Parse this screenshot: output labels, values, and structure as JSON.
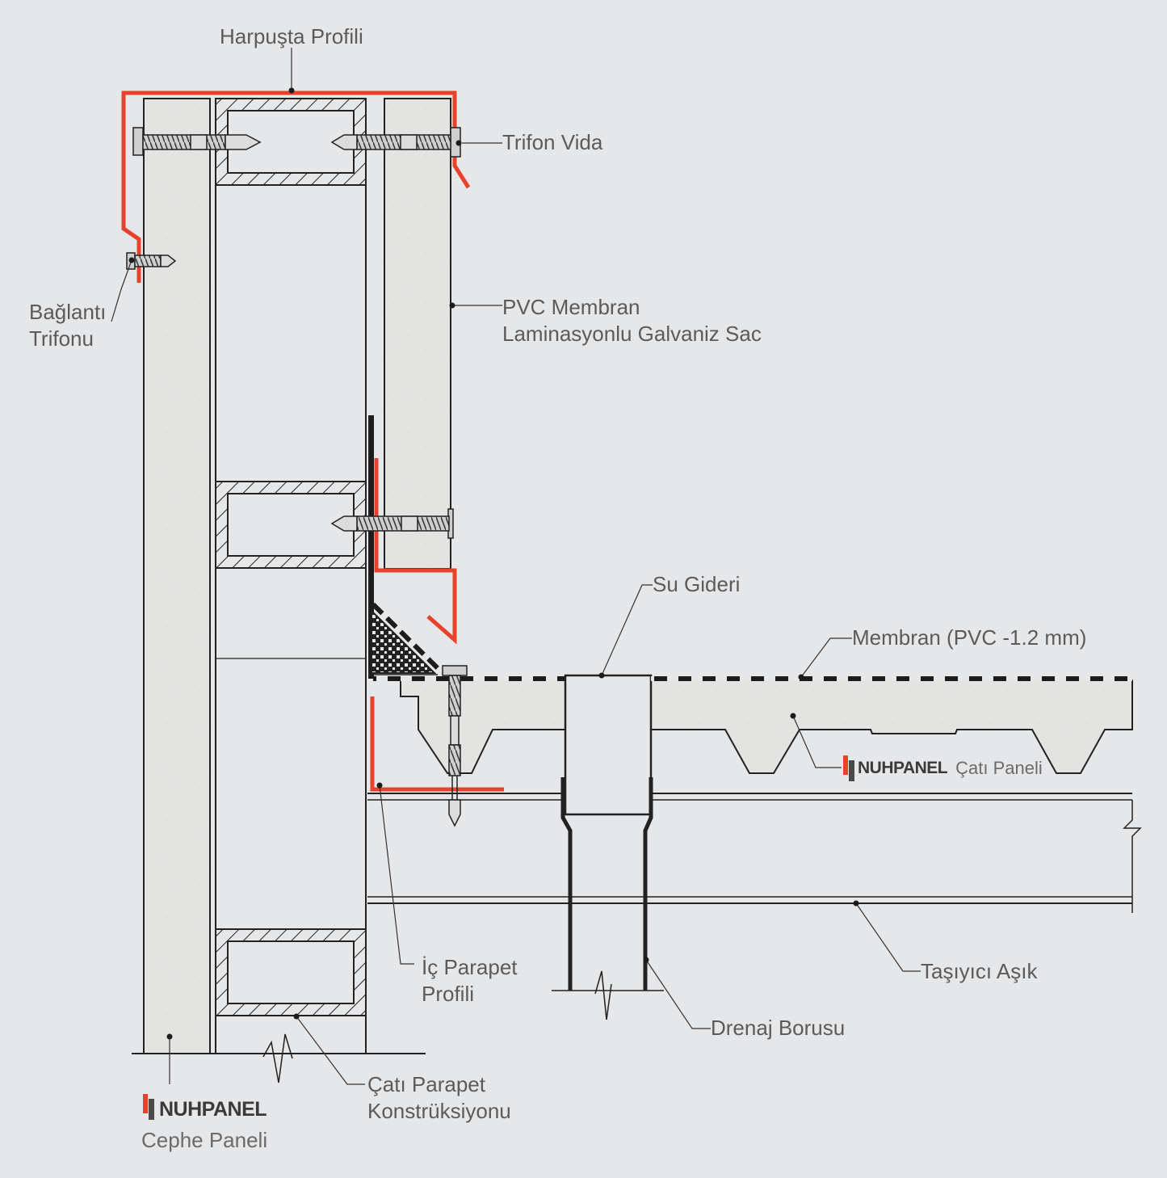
{
  "labels": {
    "harpusta": "Harpuşta Profili",
    "trifon_vida": "Trifon Vida",
    "baglanti_1": "Bağlantı",
    "baglanti_2": "Trifonu",
    "pvc_1": "PVC Membran",
    "pvc_2": "Laminasyonlu Galvaniz Sac",
    "su_gideri": "Su Gideri",
    "membran": "Membran (PVC -1.2 mm)",
    "ic_parapet_1": "İç Parapet",
    "ic_parapet_2": "Profili",
    "tasiyici": "Taşıyıcı Aşık",
    "drenaj": "Drenaj Borusu",
    "cati_parapet_1": "Çatı Parapet",
    "cati_parapet_2": "Konstrüksiyonu"
  },
  "brands": {
    "roof": {
      "name": "NUHPANEL",
      "product": "Çatı Paneli"
    },
    "facade": {
      "name": "NUHPANEL",
      "product": "Cephe Paneli"
    }
  },
  "colors": {
    "background": "#e6e7e9",
    "panel_fill": "#e3e4e1",
    "profile_red": "#e8412c",
    "line_dark": "#222222",
    "text": "#5b5b5b"
  }
}
